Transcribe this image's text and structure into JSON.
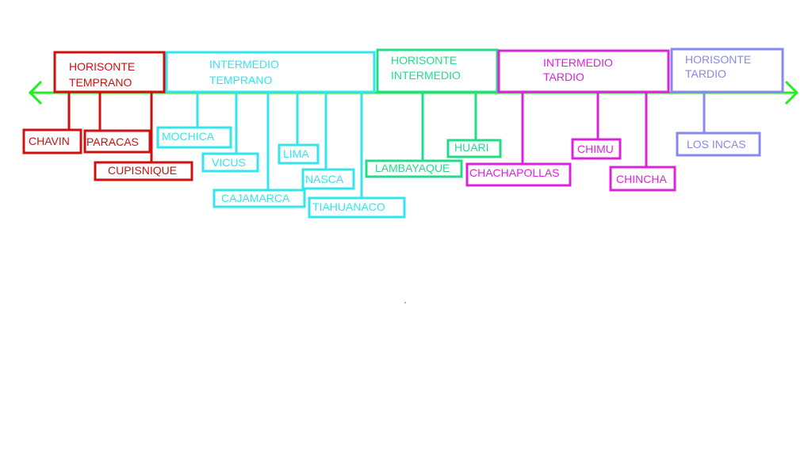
{
  "colors": {
    "timeline": "#22ee22",
    "horizonte_temprano": "#cc1111",
    "intermedio_temprano": "#33e6ee",
    "horizonte_intermedio": "#22dd88",
    "intermedio_tardio": "#dd22dd",
    "horizonte_tardio": "#8888ee",
    "background": "#ffffff"
  },
  "periods": [
    {
      "id": "horizonte-temprano",
      "lines": [
        "HORISONTE",
        "TEMPRANO"
      ],
      "color_key": "horizonte_temprano"
    },
    {
      "id": "intermedio-temprano",
      "lines": [
        "INTERMEDIO",
        "TEMPRANO"
      ],
      "color_key": "intermedio_temprano"
    },
    {
      "id": "horizonte-intermedio",
      "lines": [
        "HORISONTE",
        "INTERMEDIO"
      ],
      "color_key": "horizonte_intermedio"
    },
    {
      "id": "intermedio-tardio",
      "lines": [
        "INTERMEDIO",
        "TARDIO"
      ],
      "color_key": "intermedio_tardio"
    },
    {
      "id": "horizonte-tardio",
      "lines": [
        "HORISONTE",
        "TARDIO"
      ],
      "color_key": "horizonte_tardio"
    }
  ],
  "cultures": [
    {
      "id": "chavin",
      "label": "CHAVIN",
      "period": "horizonte-temprano"
    },
    {
      "id": "paracas",
      "label": "PARACAS",
      "period": "horizonte-temprano"
    },
    {
      "id": "cupisnique",
      "label": "CUPISNIQUE",
      "period": "horizonte-temprano"
    },
    {
      "id": "mochica",
      "label": "MOCHICA",
      "period": "intermedio-temprano"
    },
    {
      "id": "vicus",
      "label": "VICUS",
      "period": "intermedio-temprano"
    },
    {
      "id": "cajamarca",
      "label": "CAJAMARCA",
      "period": "intermedio-temprano"
    },
    {
      "id": "lima",
      "label": "LIMA",
      "period": "intermedio-temprano"
    },
    {
      "id": "nasca",
      "label": "NASCA",
      "period": "intermedio-temprano"
    },
    {
      "id": "tiahuanaco",
      "label": "TIAHUANACO",
      "period": "intermedio-temprano"
    },
    {
      "id": "lambayaque",
      "label": "LAMBAYAQUE",
      "period": "horizonte-intermedio"
    },
    {
      "id": "huari",
      "label": "HUARI",
      "period": "horizonte-intermedio"
    },
    {
      "id": "chachapollas",
      "label": "CHACHAPOLLAS",
      "period": "intermedio-tardio"
    },
    {
      "id": "chimu",
      "label": "CHIMU",
      "period": "intermedio-tardio"
    },
    {
      "id": "chincha",
      "label": "CHINCHA",
      "period": "intermedio-tardio"
    },
    {
      "id": "los-incas",
      "label": "LOS INCAS",
      "period": "horizonte-tardio"
    }
  ]
}
